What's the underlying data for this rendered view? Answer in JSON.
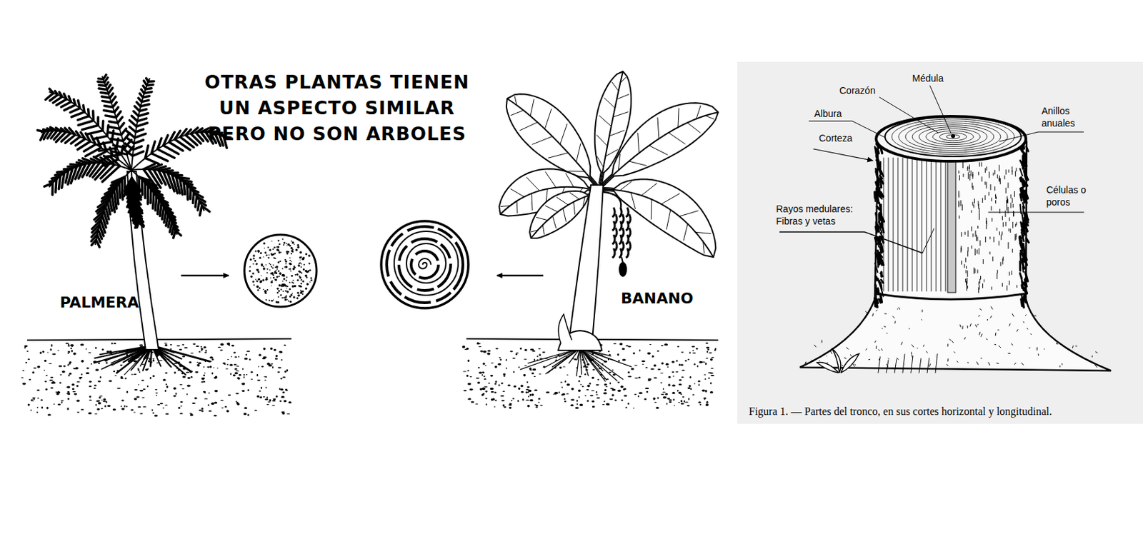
{
  "diagram": {
    "title": "OTRAS PLANTAS TIENEN UN ASPECTO SIMILAR PERO NO SON ARBOLES",
    "caption": "Figura 1. — Partes del tronco, en sus cortes horizontal y longitudinal.",
    "labels": [
      "PALMERA",
      "BANANO",
      "Médula",
      "Corazón",
      "Albura",
      "Anillos anuales",
      "Corteza",
      "Células o poros",
      "Rayos medulares: Fibras y vetas"
    ]
  }
}
